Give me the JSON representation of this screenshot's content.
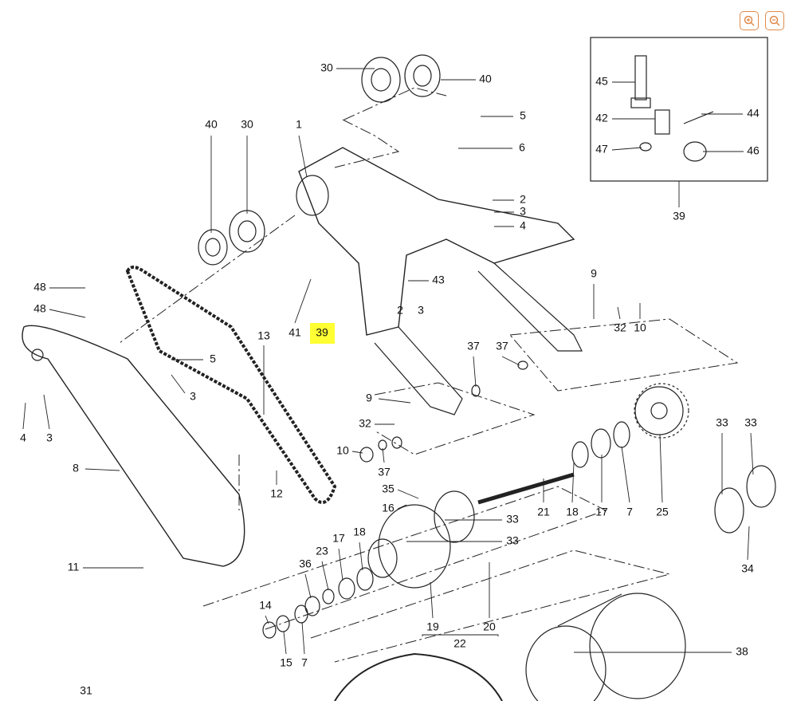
{
  "toolbar": {
    "zoom_in_icon": "zoom-in-icon",
    "zoom_out_icon": "zoom-out-icon",
    "accent": "#e08a4a"
  },
  "diagram": {
    "highlight_color": "#ffff33",
    "highlighted_label": "39",
    "callouts": [
      "30",
      "40",
      "40",
      "30",
      "1",
      "5",
      "6",
      "2",
      "3",
      "4",
      "45",
      "44",
      "42",
      "47",
      "46",
      "39",
      "48",
      "48",
      "43",
      "2",
      "3",
      "9",
      "32",
      "10",
      "41",
      "39",
      "13",
      "37",
      "37",
      "5",
      "3",
      "4",
      "3",
      "9",
      "32",
      "10",
      "37",
      "8",
      "12",
      "35",
      "16",
      "33",
      "33",
      "21",
      "18",
      "17",
      "7",
      "25",
      "33",
      "33",
      "34",
      "11",
      "23",
      "17",
      "18",
      "36",
      "14",
      "15",
      "7",
      "19",
      "22",
      "20",
      "38",
      "31"
    ]
  }
}
